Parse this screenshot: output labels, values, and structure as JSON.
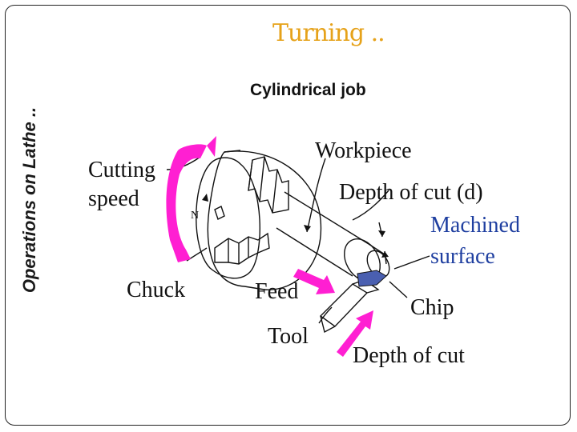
{
  "side_title": "Operations on Lathe ..",
  "title": "Turning ..",
  "subtitle": "Cylindrical job",
  "labels": {
    "cutting_speed_1": "Cutting",
    "cutting_speed_2": "speed",
    "n": "N",
    "chuck": "Chuck",
    "workpiece": "Workpiece",
    "depth_of_cut_d": "Depth of cut (d)",
    "machined_1": "Machined",
    "machined_2": "surface",
    "feed": "Feed",
    "tool": "Tool",
    "chip": "Chip",
    "depth_of_cut": "Depth of cut"
  },
  "colors": {
    "title": "#e6a21a",
    "arrows": "#ff1fd2",
    "machined_surface_label": "#1f3fa0",
    "chip_fill": "#4a5fb0"
  }
}
